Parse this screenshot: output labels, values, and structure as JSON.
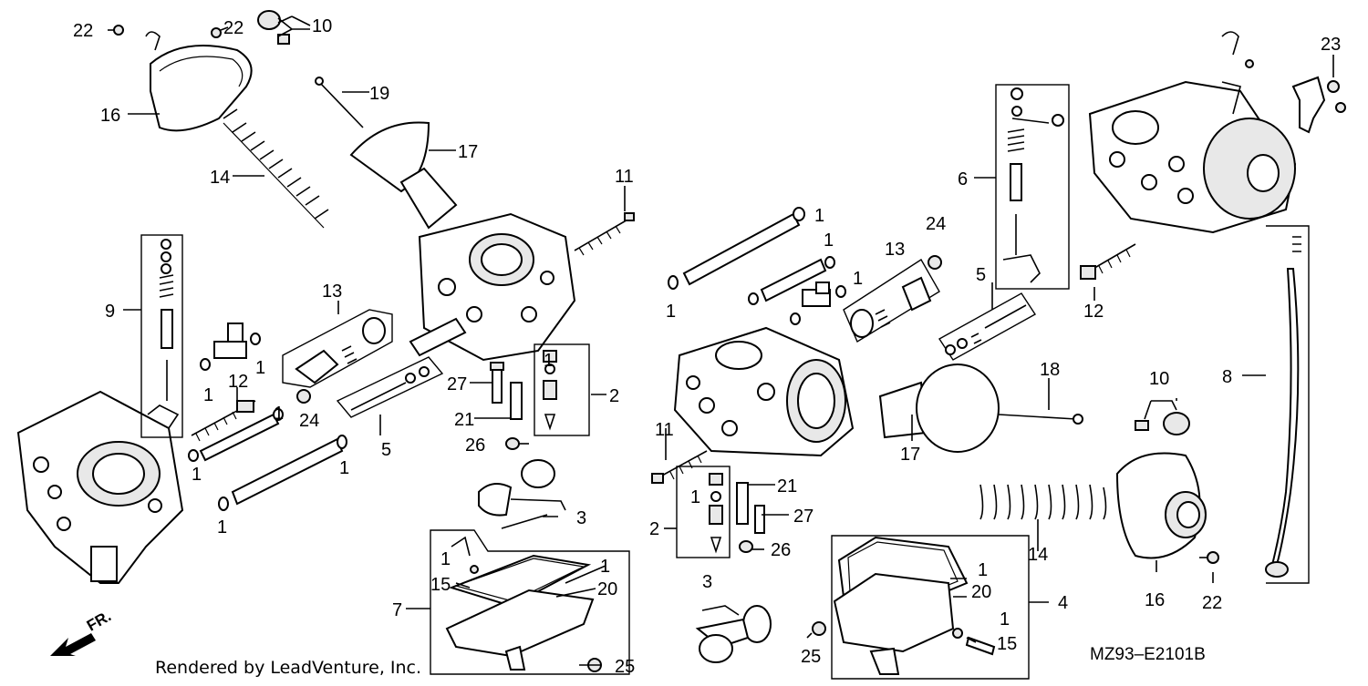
{
  "labels": [
    {
      "text": "22"
    },
    {
      "text": "22"
    },
    {
      "text": "10"
    },
    {
      "text": "19"
    },
    {
      "text": "16"
    },
    {
      "text": "17"
    },
    {
      "text": "14"
    },
    {
      "text": "11"
    },
    {
      "text": "9"
    },
    {
      "text": "13"
    },
    {
      "text": "1"
    },
    {
      "text": "1"
    },
    {
      "text": "12"
    },
    {
      "text": "24"
    },
    {
      "text": "1"
    },
    {
      "text": "2"
    },
    {
      "text": "27"
    },
    {
      "text": "21"
    },
    {
      "text": "26"
    },
    {
      "text": "5"
    },
    {
      "text": "1"
    },
    {
      "text": "1"
    },
    {
      "text": "1"
    },
    {
      "text": "3"
    },
    {
      "text": "1"
    },
    {
      "text": "1"
    },
    {
      "text": "15"
    },
    {
      "text": "20"
    },
    {
      "text": "7"
    },
    {
      "text": "25"
    },
    {
      "text": "1"
    },
    {
      "text": "1"
    },
    {
      "text": "1"
    },
    {
      "text": "1"
    },
    {
      "text": "1"
    },
    {
      "text": "13"
    },
    {
      "text": "24"
    },
    {
      "text": "6"
    },
    {
      "text": "5"
    },
    {
      "text": "12"
    },
    {
      "text": "23"
    },
    {
      "text": "8"
    },
    {
      "text": "18"
    },
    {
      "text": "10"
    },
    {
      "text": "11"
    },
    {
      "text": "1"
    },
    {
      "text": "21"
    },
    {
      "text": "2"
    },
    {
      "text": "27"
    },
    {
      "text": "26"
    },
    {
      "text": "17"
    },
    {
      "text": "14"
    },
    {
      "text": "3"
    },
    {
      "text": "1"
    },
    {
      "text": "20"
    },
    {
      "text": "4"
    },
    {
      "text": "1"
    },
    {
      "text": "15"
    },
    {
      "text": "25"
    },
    {
      "text": "16"
    },
    {
      "text": "22"
    }
  ],
  "credit": "Rendered by LeadVenture, Inc.",
  "diagram_code": "MZ93–E2101B",
  "direction_marker": "FR."
}
